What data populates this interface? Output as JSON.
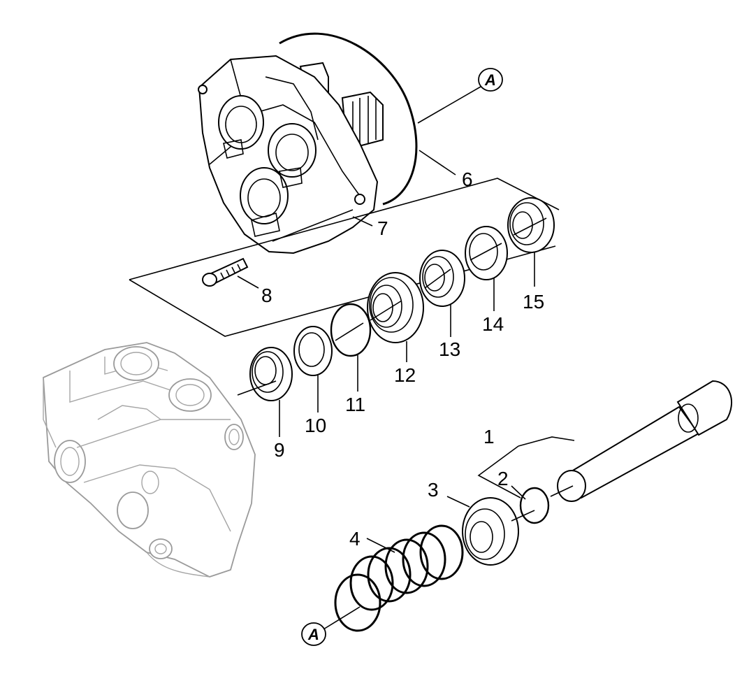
{
  "diagram": {
    "reference_marker": "A",
    "callouts": [
      "1",
      "2",
      "3",
      "4",
      "6",
      "7",
      "8",
      "9",
      "10",
      "11",
      "12",
      "13",
      "14",
      "15"
    ]
  }
}
